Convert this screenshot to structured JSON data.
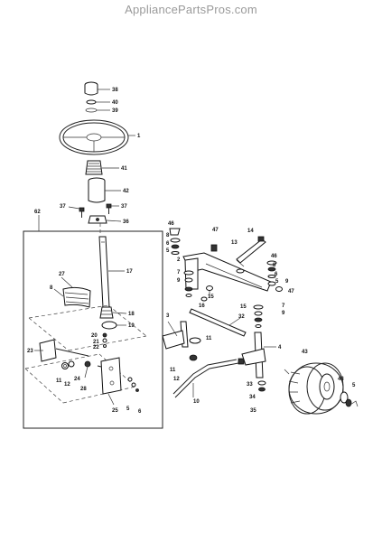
{
  "watermark": "AppliancePartsPros.com",
  "callouts": {
    "c38": "38",
    "c40": "40",
    "c39": "39",
    "c1": "1",
    "c41": "41",
    "c42": "42",
    "c37a": "37",
    "c37b": "37",
    "c36": "36",
    "c62": "62",
    "c17": "17",
    "c27": "27",
    "c8a": "8",
    "c18": "18",
    "c19": "19",
    "c20": "20",
    "c21": "21",
    "c22": "22",
    "c23": "23",
    "c11a": "11",
    "c12a": "12",
    "c24": "24",
    "c28": "28",
    "c25": "25",
    "c5a": "5",
    "c6a": "6",
    "c46a": "46",
    "c8b": "8",
    "c6b": "6",
    "c5b": "5",
    "c2": "2",
    "c7a": "7",
    "c9a": "9",
    "c15a": "15",
    "c16": "16",
    "c47a": "47",
    "c13": "13",
    "c14": "14",
    "c46b": "46",
    "c8c": "8",
    "c6c": "6",
    "c5c": "5",
    "c9b": "9",
    "c47b": "47",
    "c15b": "15",
    "c32": "32",
    "c7b": "7",
    "c9c": "9",
    "c3": "3",
    "c11b": "11",
    "c11c": "11",
    "c12b": "12",
    "c10": "10",
    "c4": "4",
    "c33": "33",
    "c34": "34",
    "c35": "35",
    "c43a": "43",
    "c43b": "43",
    "c5d": "5"
  }
}
